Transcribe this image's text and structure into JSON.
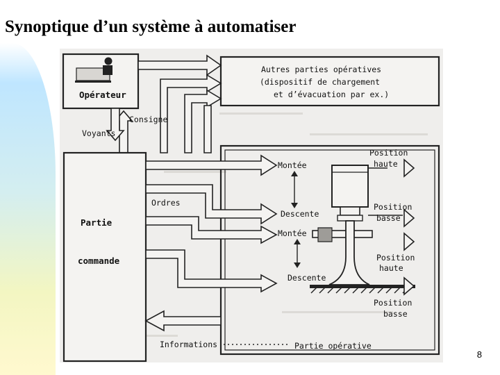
{
  "page": {
    "title": "Synoptique d’un système à automatiser",
    "page_number": "8"
  },
  "diagram": {
    "operator": "Opérateur",
    "consigne": "Consigne",
    "voyants": "Voyants",
    "other_parts": [
      "Autres parties opératives",
      "(dispositif de chargement",
      "et d’évacuation par ex.)"
    ],
    "command": [
      "Partie",
      "commande"
    ],
    "ordres": "Ordres",
    "informations": "Informations",
    "operative": "Partie opérative",
    "montee_1": "Montée",
    "descente_1": "Descente",
    "montee_2": "Montée",
    "descente_2": "Descente",
    "pos_haute_1": [
      "Position",
      "haute"
    ],
    "pos_basse_1": [
      "Position",
      "basse"
    ],
    "pos_haute_2": [
      "Position",
      "haute"
    ],
    "pos_basse_2": [
      "Position",
      "basse"
    ]
  },
  "colors": {
    "sidebar_top": "#bfe6ff",
    "sidebar_bottom": "#fff9cf",
    "figure_bg": "#efeeec",
    "ink": "#222222"
  }
}
